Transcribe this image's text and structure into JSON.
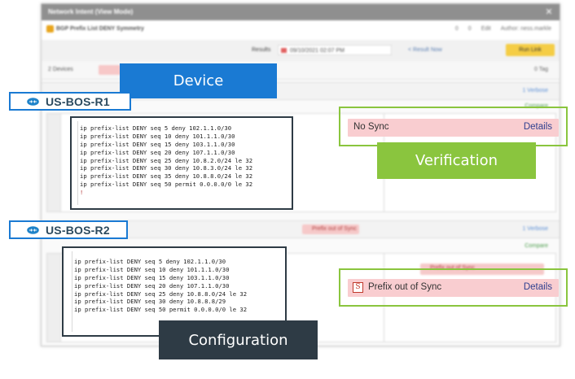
{
  "background": {
    "window_title": "Network Intent (View Mode)",
    "toolbar_title": "BGP Prefix List DENY Symmetry",
    "toolbar_right": [
      "0",
      "0",
      "Edit",
      "Author: ness.markle"
    ],
    "results_label": "Results",
    "results_date": "09/10/2021 02:07 PM",
    "back_link": "< Result Now",
    "run_button": "Run Link",
    "devices_label": "2 Devices",
    "tag_label": "0 Tag",
    "r1_row_name": "US-BOS-R1",
    "r1_row_link": "1 Verbose",
    "compare_label": "Compare",
    "r2_pill": "Prefix out of Sync",
    "r2_row_link": "1 Verbose",
    "r2_sub_pill": "Prefix out of Sync",
    "r2_sub_details": "Details",
    "colors": {
      "titlebar": "#8f8f8f",
      "run_button": "#f5cd45"
    }
  },
  "devices": {
    "r1": {
      "name": "US-BOS-R1",
      "icon": "router-icon"
    },
    "r2": {
      "name": "US-BOS-R2",
      "icon": "router-icon"
    }
  },
  "callouts": {
    "device": "Device",
    "verification": "Verification",
    "configuration": "Configuration"
  },
  "config_r1": {
    "lines": [
      "ip prefix-list DENY seq 5 deny 102.1.1.0/30",
      "ip prefix-list DENY seq 10 deny 101.1.1.0/30",
      "ip prefix-list DENY seq 15 deny 103.1.1.0/30",
      "ip prefix-list DENY seq 20 deny 107.1.1.0/30",
      "ip prefix-list DENY seq 25 deny 10.8.2.0/24 le 32",
      "ip prefix-list DENY seq 30 deny 10.8.3.0/24 le 32",
      "ip prefix-list DENY seq 35 deny 10.8.8.0/24 le 32",
      "ip prefix-list DENY seq 50 permit 0.0.0.0/0 le 32"
    ],
    "cursor": "!"
  },
  "config_r2": {
    "lines": [
      "ip prefix-list DENY seq 5 deny 102.1.1.0/30",
      "ip prefix-list DENY seq 10 deny 101.1.1.0/30",
      "ip prefix-list DENY seq 15 deny 103.1.1.0/30",
      "ip prefix-list DENY seq 20 deny 107.1.1.0/30",
      "ip prefix-list DENY seq 25 deny 10.8.8.0/24 le 32",
      "ip prefix-list DENY seq 30 deny 10.8.8.8/29",
      "ip prefix-list DENY seq 50 permit 0.0.0.0/0 le 32"
    ]
  },
  "verification": {
    "r1": {
      "status": "No Sync",
      "details": "Details"
    },
    "r2": {
      "badge": "S",
      "status": "Prefix out of Sync",
      "details": "Details"
    }
  },
  "colors": {
    "device_blue": "#1a7ad3",
    "verification_green": "#8ac53e",
    "configuration_dark": "#2e3b45",
    "status_pink": "#f9cdd0",
    "details_link": "#2e3f8f"
  }
}
